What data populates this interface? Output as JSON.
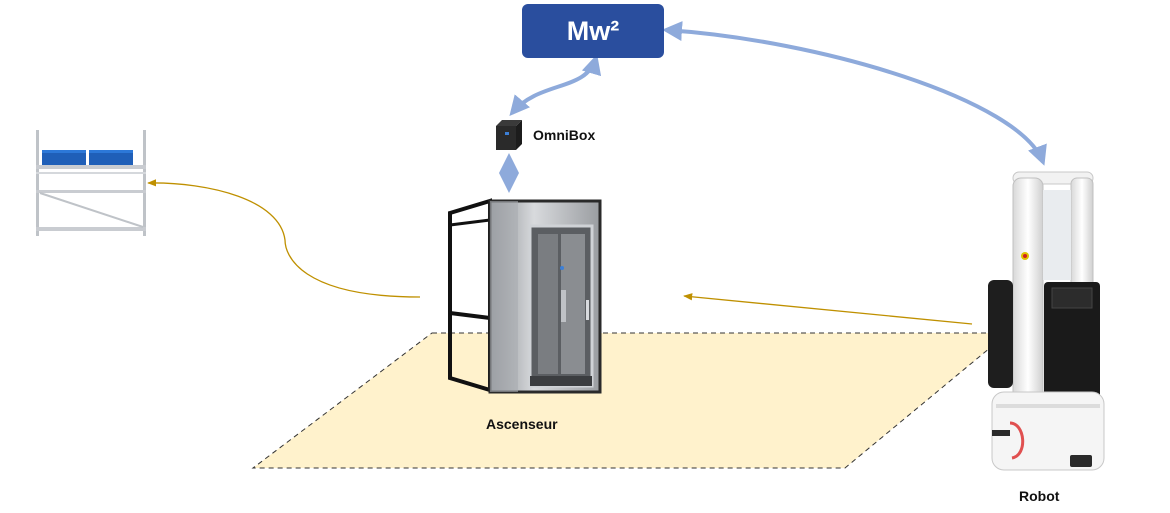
{
  "nodes": {
    "middleware": {
      "label": "Mw²"
    },
    "omnibox": {
      "label": "OmniBox"
    },
    "elevator": {
      "label": "Ascenseur"
    },
    "robot": {
      "label": "Robot"
    }
  },
  "colors": {
    "middleware_box": "#2a4e9e",
    "bidirectional_link": "#8eaadb",
    "movement_arrow": "#bf9000",
    "floor_zone_fill": "#fff2cc",
    "floor_zone_border": "#333333"
  },
  "icons": {
    "shelf": "storage-shelf-icon",
    "omnibox": "omnibox-device-icon",
    "elevator": "elevator-cabin-icon",
    "robot": "mobile-robot-icon"
  }
}
